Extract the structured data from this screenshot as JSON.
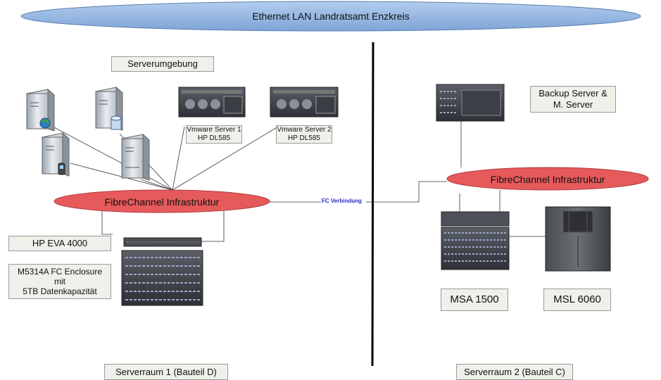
{
  "lan": {
    "title": "Ethernet LAN Landratsamt Enzkreis"
  },
  "left": {
    "serverumgebung": "Serverumgebung",
    "vmware1": "Vmware Server 1\nHP DL585",
    "vmware2": "Vmware Server 2\nHP DL585",
    "fc_infra": "FibreChannel Infrastruktur",
    "eva": "HP EVA 4000",
    "enclosure": "M5314A FC Enclosure\nmit\n5TB Datenkapazität",
    "room": "Serverraum 1 (Bauteil D)"
  },
  "right": {
    "backup": "Backup Server &\nM. Server",
    "fc_infra": "FibreChannel Infrastruktur",
    "msa": "MSA 1500",
    "msl": "MSL 6060",
    "room": "Serverraum 2 (Bauteil C)"
  },
  "connection": {
    "label": "FC Verbindung"
  },
  "colors": {
    "lan_fill": "#8fb4e3",
    "fc_fill": "#e8585a",
    "label_fill": "#eef0ea",
    "divider": "#000000"
  }
}
